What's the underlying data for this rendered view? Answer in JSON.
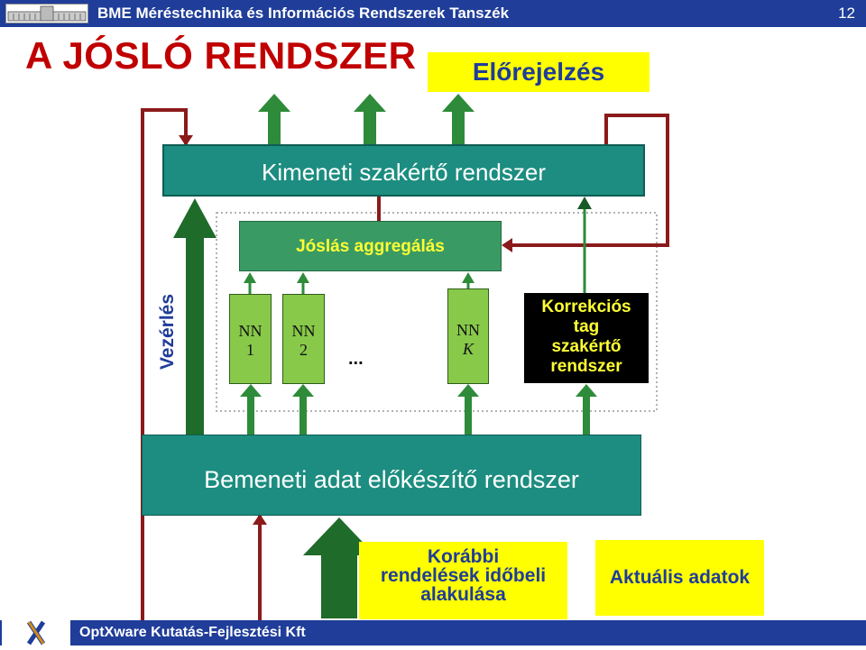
{
  "header": {
    "title": "BME Méréstechnika és Információs Rendszerek Tanszék",
    "slide_number": "12"
  },
  "slide": {
    "title": "A JÓSLÓ RENDSZER"
  },
  "diagram": {
    "forecast_label": "Előrejelzés",
    "output_expert": "Kimeneti szakértő rendszer",
    "aggregation": "Jóslás aggregálás",
    "nn1": {
      "line1": "NN",
      "line2": "1"
    },
    "nn2": {
      "line1": "NN",
      "line2": "2"
    },
    "ellipsis": "...",
    "nnk": {
      "line1": "NN",
      "line2": "K"
    },
    "correction": [
      "Korrekciós",
      "tag",
      "szakértő",
      "rendszer"
    ],
    "control": "Vezérlés",
    "input_preprocessor": "Bemeneti adat előkészítő rendszer",
    "past_orders": [
      "Korábbi",
      "rendelések időbeli",
      "alakulása"
    ],
    "current_data": "Aktuális adatok"
  },
  "footer": {
    "company": "OptXware Kutatás-Fejlesztési Kft"
  },
  "colors": {
    "dark_blue": "#1f3d99",
    "teal": "#1c8d80",
    "green": "#3a9a64",
    "light_green": "#88c94a",
    "arrow_dark_green": "#1e6b2a",
    "dark_red": "#8b1a1a",
    "yellow": "#ffff00",
    "title_red": "#c00000"
  }
}
